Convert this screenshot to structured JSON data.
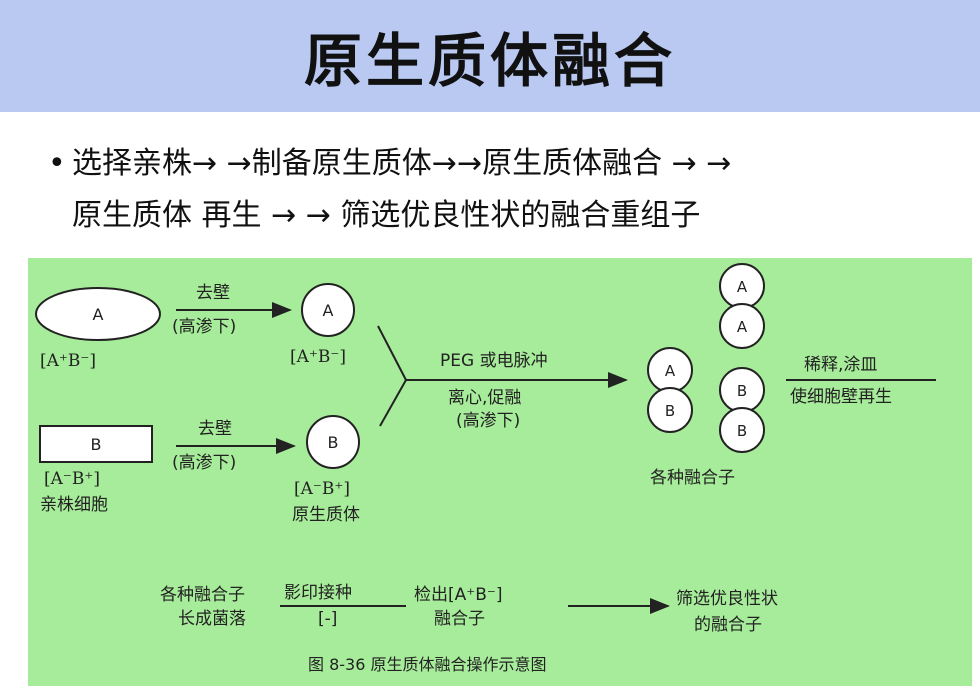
{
  "title": "原生质体融合",
  "bullet": {
    "dot": "•",
    "line1": "选择亲株→ →制备原生质体→→原生质体融合 → →",
    "line2": "原生质体 再生 → → 筛选优良性状的融合重组子"
  },
  "diagram": {
    "parentA": {
      "label": "A",
      "genotype": "[A⁺B⁻]"
    },
    "parentB": {
      "label": "B",
      "genotype": "[A⁻B⁺]",
      "caption": "亲株细胞"
    },
    "step1_top": "去壁",
    "step1_top_cond": "(高渗下)",
    "step1_bottom": "去壁",
    "step1_bottom_cond": "(高渗下)",
    "protoA": {
      "label": "A",
      "genotype": "[A⁺B⁻]"
    },
    "protoB": {
      "label": "B",
      "genotype": "[A⁻B⁺]",
      "caption": "原生质体"
    },
    "fusion_top": "PEG 或电脉冲",
    "fusion_bottom": "离心,促融",
    "fusion_cond": "(高渗下)",
    "fusants": {
      "top": [
        "A",
        "A"
      ],
      "mid": [
        "A",
        "B"
      ],
      "right": [
        "B",
        "B"
      ],
      "caption": "各种融合子"
    },
    "regen_top": "稀释,涂皿",
    "regen_bottom": "使细胞壁再生",
    "bottom_row": {
      "start_line1": "各种融合子",
      "start_line2": "长成菌落",
      "step1_top": "影印接种",
      "step1_bottom": "[-]",
      "detect_top": "检出[A⁺B⁻]",
      "detect_bottom": "融合子",
      "end_line1": "筛选优良性状",
      "end_line2": "的融合子"
    },
    "figure_caption": "图 8-36 原生质体融合操作示意图"
  }
}
